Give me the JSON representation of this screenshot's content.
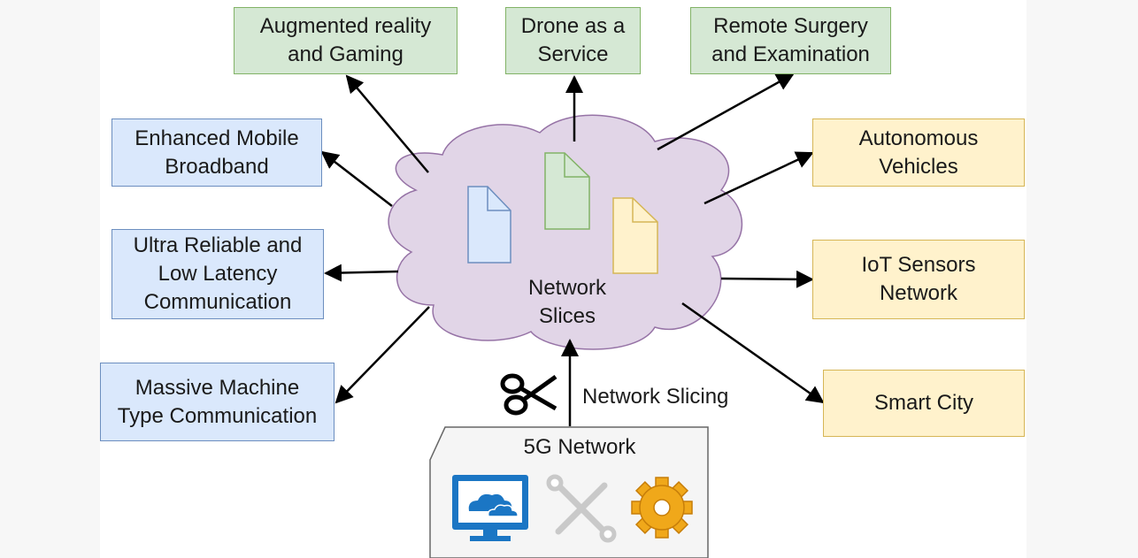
{
  "boxes": {
    "ar_gaming": "Augmented reality\nand Gaming",
    "drone": "Drone as a\nService",
    "remote_surgery": "Remote Surgery\nand Examination",
    "embb": "Enhanced Mobile\nBroadband",
    "urllc": "Ultra Reliable and\nLow Latency\nCommunication",
    "mmtc": "Massive Machine\nType Communication",
    "autonomous": "Autonomous\nVehicles",
    "iot": "IoT Sensors\nNetwork",
    "smart_city": "Smart City"
  },
  "cloud_label": "Network\nSlices",
  "slicing_label": "Network Slicing",
  "network_label": "5G Network",
  "icons": [
    "scissors-icon",
    "monitor-cloud-icon",
    "tools-icon",
    "gear-icon"
  ],
  "colors": {
    "green_fill": "#d5e8d4",
    "green_stroke": "#82b366",
    "blue_fill": "#dae8fc",
    "blue_stroke": "#6c8ebf",
    "yellow_fill": "#fff2cc",
    "yellow_stroke": "#d6b656",
    "cloud_fill": "#e1d5e7",
    "cloud_stroke": "#9673a6"
  }
}
